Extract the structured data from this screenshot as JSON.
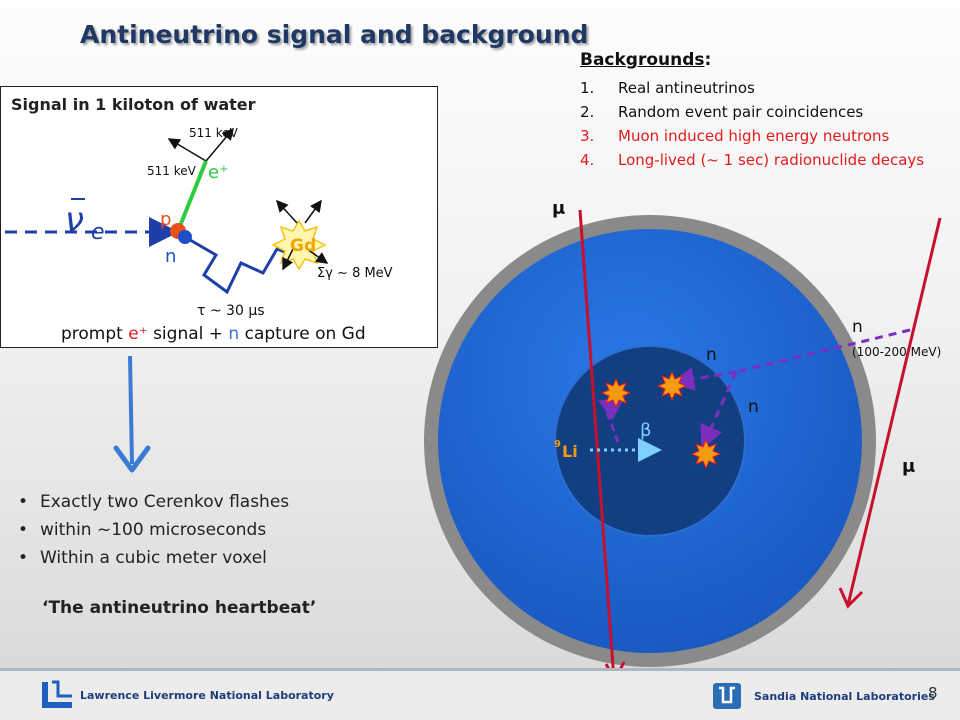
{
  "slide": {
    "title": "Antineutrino signal and background",
    "page_number": "8"
  },
  "signal_panel": {
    "title": "Signal in 1 kiloton of water",
    "labels": {
      "antineutrino_symbol": "ν",
      "antineutrino_subscript": "e",
      "proton": "p",
      "neutron": "n",
      "positron": "e⁺",
      "gamma_a": "511 keV",
      "gamma_b": "511 keV",
      "gd": "Gd",
      "gamma_sum": "Σγ ~ 8 MeV",
      "capture_time": "τ ~ 30 μs"
    },
    "caption": {
      "prefix": "prompt ",
      "positron": "e⁺",
      "middle": " signal + ",
      "neutron": "n",
      "suffix": " capture on Gd"
    }
  },
  "backgrounds": {
    "heading": "Backgrounds",
    "heading_colon": ":",
    "items": [
      {
        "num": "1.",
        "text": "Real antineutrinos",
        "color": "#111111"
      },
      {
        "num": "2.",
        "text": "Random event pair coincidences",
        "color": "#111111"
      },
      {
        "num": "3.",
        "text": "Muon induced high energy neutrons",
        "color": "#e31b1b"
      },
      {
        "num": "4.",
        "text": "Long-lived (~ 1 sec) radionuclide decays",
        "color": "#e31b1b"
      }
    ]
  },
  "detector": {
    "labels": {
      "muon_1": "μ",
      "muon_2": "μ",
      "fast_neutron": "n",
      "fast_neutron_energy": "(100-200 MeV)",
      "neutron_1": "n",
      "neutron_2": "n",
      "beta": "β",
      "li_mass": "9",
      "li_symbol": "Li"
    }
  },
  "bullets": [
    "Exactly two Cerenkov flashes",
    "within ~100 microseconds",
    "Within a cubic meter voxel"
  ],
  "tagline": "‘The antineutrino heartbeat’",
  "footer": {
    "left_org": "Lawrence Livermore National Laboratory",
    "right_org": "Sandia National Laboratories"
  },
  "colors": {
    "title": "#1f3864",
    "signal_red": "#e31b1b",
    "neutron_blue": "#3b6fd8",
    "positron_green": "#2ecc40",
    "detector_outer": "#1f66d6",
    "detector_inner": "#123e82",
    "detector_rim": "#8a8a8a",
    "muon": "#c8102e",
    "neutron_track": "#7b2fbe"
  }
}
